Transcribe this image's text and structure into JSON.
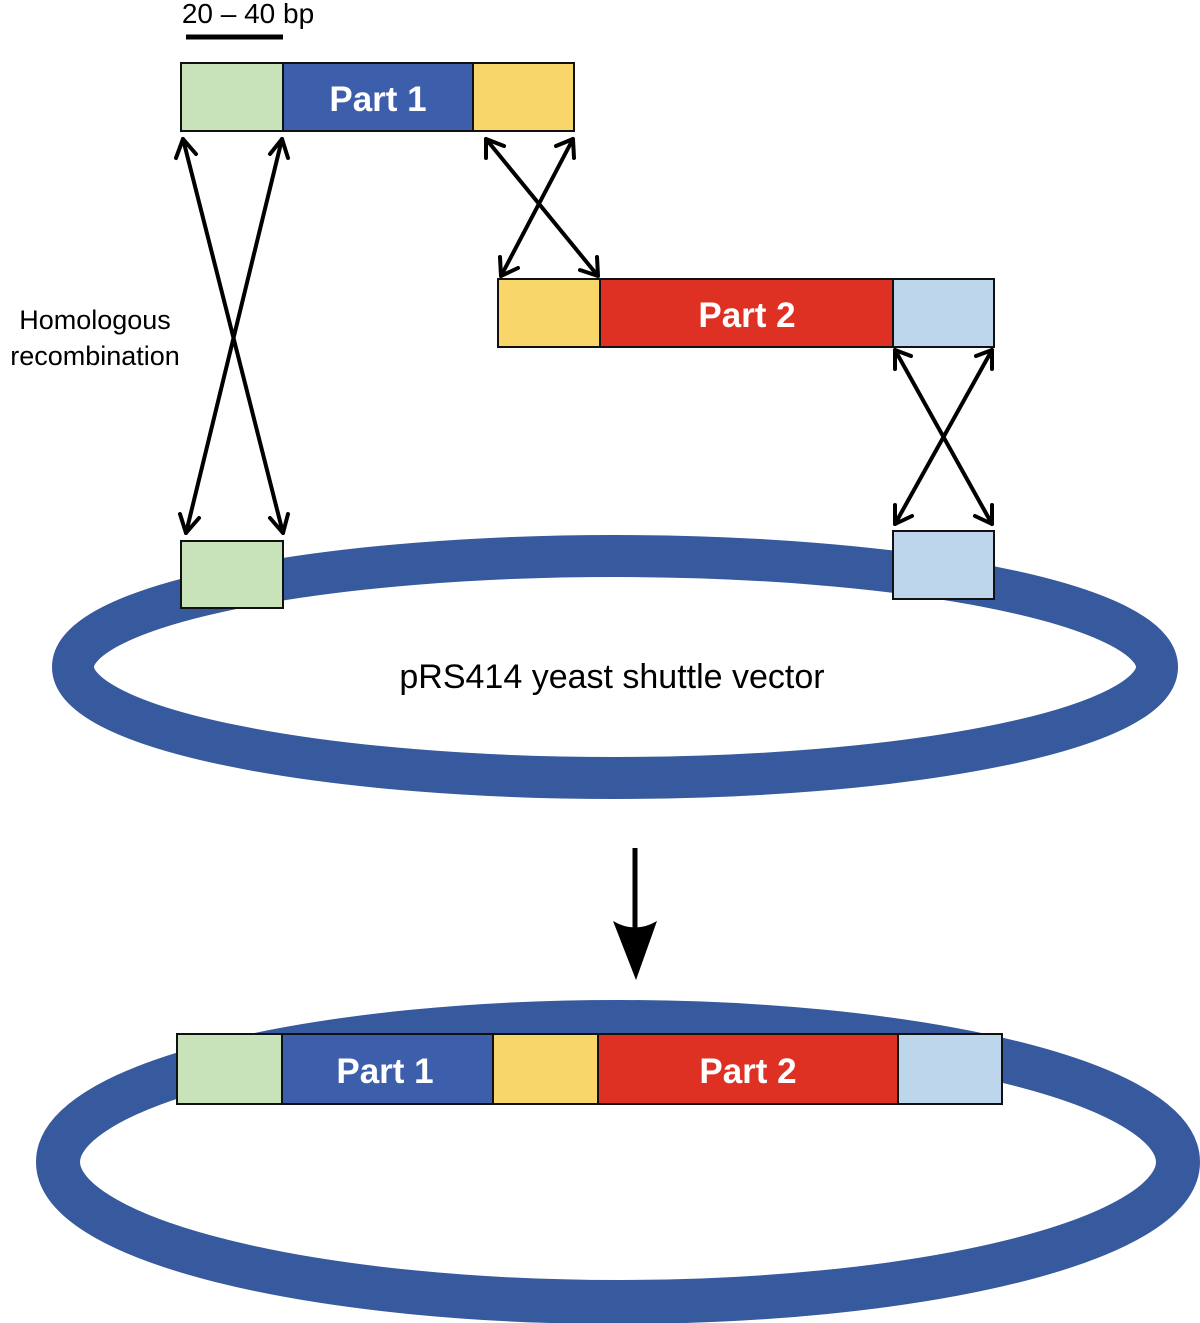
{
  "diagram": {
    "scale_bar": {
      "label": "20 – 40 bp"
    },
    "side_label": {
      "lines": [
        "Homologous",
        "recombination"
      ]
    },
    "vector_label": "pRS414 yeast shuttle vector",
    "colors": {
      "green_homology": "#c8e3b9",
      "blue_part": "#3d5eab",
      "yellow_homology": "#f9d66a",
      "red_part": "#de3124",
      "lightblue_homology": "#bed6eb",
      "vector_ring": "#37599d",
      "outline": "#111111"
    },
    "fragments": {
      "part1": {
        "segments": [
          {
            "role": "homology-left",
            "color_key": "green_homology",
            "label": ""
          },
          {
            "role": "insert",
            "color_key": "blue_part",
            "label": "Part 1"
          },
          {
            "role": "homology-right",
            "color_key": "yellow_homology",
            "label": ""
          }
        ]
      },
      "part2": {
        "segments": [
          {
            "role": "homology-left",
            "color_key": "yellow_homology",
            "label": ""
          },
          {
            "role": "insert",
            "color_key": "red_part",
            "label": "Part 2"
          },
          {
            "role": "homology-right",
            "color_key": "lightblue_homology",
            "label": ""
          }
        ]
      },
      "vector_ends": {
        "left": {
          "color_key": "green_homology"
        },
        "right": {
          "color_key": "lightblue_homology"
        }
      },
      "assembled": {
        "segments": [
          {
            "role": "homology",
            "color_key": "green_homology",
            "label": ""
          },
          {
            "role": "insert",
            "color_key": "blue_part",
            "label": "Part 1"
          },
          {
            "role": "homology",
            "color_key": "yellow_homology",
            "label": ""
          },
          {
            "role": "insert",
            "color_key": "red_part",
            "label": "Part 2"
          },
          {
            "role": "homology",
            "color_key": "lightblue_homology",
            "label": ""
          }
        ]
      }
    }
  }
}
